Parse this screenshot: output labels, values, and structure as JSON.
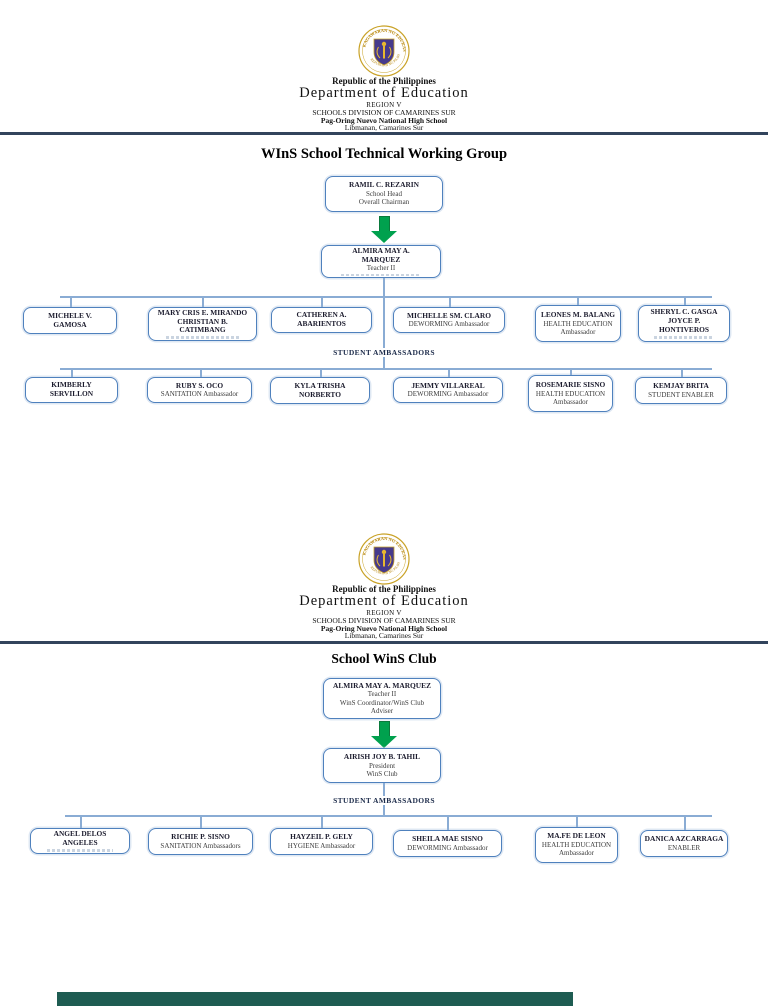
{
  "document": {
    "header": {
      "republic": "Republic of the Philippines",
      "department": "Department of Education",
      "region": "REGION V",
      "division": "SCHOOLS DIVISION OF CAMARINES SUR",
      "school": "Pag-Oring Nuevo National High School",
      "location": "Libmanan, Camarines Sur",
      "logo": "deped-seal"
    },
    "colors": {
      "box_border": "#4f81bd",
      "connector": "#8aacd4",
      "header_rule": "#32445c",
      "arrow_green": "#00a14e",
      "bottom_bar": "#1e5c52"
    },
    "charts": [
      {
        "title": "WInS School Technical Working Group",
        "rows_label": "STUDENT AMBASSADORS",
        "chain": [
          {
            "name": "RAMIL C. REZARIN",
            "sub": "School Head\nOverall Chairman"
          },
          {
            "name": "ALMIRA MAY A.\nMARQUEZ",
            "sub": "Teacher II"
          }
        ],
        "rows": [
          [
            {
              "name": "MICHELE V.\nGAMOSA",
              "sub": ""
            },
            {
              "name": "MARY CRIS E. MIRANDO\nCHRISTIAN B.\nCATIMBANG",
              "sub": ""
            },
            {
              "name": "CATHEREN A.\nABARIENTOS",
              "sub": ""
            },
            {
              "name": "MICHELLE SM. CLARO",
              "sub": "DEWORMING Ambassador"
            },
            {
              "name": "LEONES M. BALANG",
              "sub": "HEALTH EDUCATION\nAmbassador"
            },
            {
              "name": "SHERYL C. GASGA\nJOYCE P.\nHONTIVEROS",
              "sub": ""
            }
          ],
          [
            {
              "name": "KIMBERLY\nSERVILLON",
              "sub": ""
            },
            {
              "name": "RUBY S. OCO",
              "sub": "SANITATION Ambassador"
            },
            {
              "name": "KYLA TRISHA\nNORBERTO",
              "sub": ""
            },
            {
              "name": "JEMMY VILLAREAL",
              "sub": "DEWORMING Ambassador"
            },
            {
              "name": "ROSEMARIE SISNO",
              "sub": "HEALTH EDUCATION\nAmbassador"
            },
            {
              "name": "KEMJAY BRITA",
              "sub": "STUDENT ENABLER"
            }
          ]
        ]
      },
      {
        "title": "School WinS Club",
        "rows_label": "STUDENT AMBASSADORS",
        "chain": [
          {
            "name": "ALMIRA MAY A. MARQUEZ",
            "sub": "Teacher II\nWinS Coordinator/WinS Club\nAdviser"
          },
          {
            "name": "AIRISH JOY B. TAHIL",
            "sub": "President\nWinS Club"
          }
        ],
        "rows": [
          [
            {
              "name": "ANGEL DELOS\nANGELES",
              "sub": ""
            },
            {
              "name": "RICHIE P. SISNO",
              "sub": "SANITATION Ambassadors"
            },
            {
              "name": "HAYZEIL P. GELY",
              "sub": "HYGIENE Ambassador"
            },
            {
              "name": "SHEILA MAE SISNO",
              "sub": "DEWORMING Ambassador"
            },
            {
              "name": "MA.FE DE LEON",
              "sub": "HEALTH EDUCATION\nAmbassador"
            },
            {
              "name": "DANICA AZCARRAGA",
              "sub": "ENABLER"
            }
          ]
        ]
      }
    ]
  }
}
